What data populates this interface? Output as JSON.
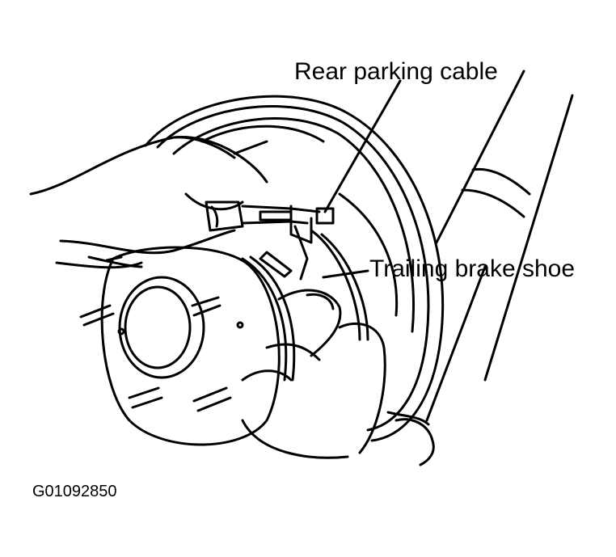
{
  "labels": {
    "rear_parking_cable": "Rear parking cable",
    "trailing_brake_shoe": "Trailing brake shoe"
  },
  "figure_id": "G01092850",
  "colors": {
    "ink": "#000000",
    "paper": "#ffffff"
  }
}
